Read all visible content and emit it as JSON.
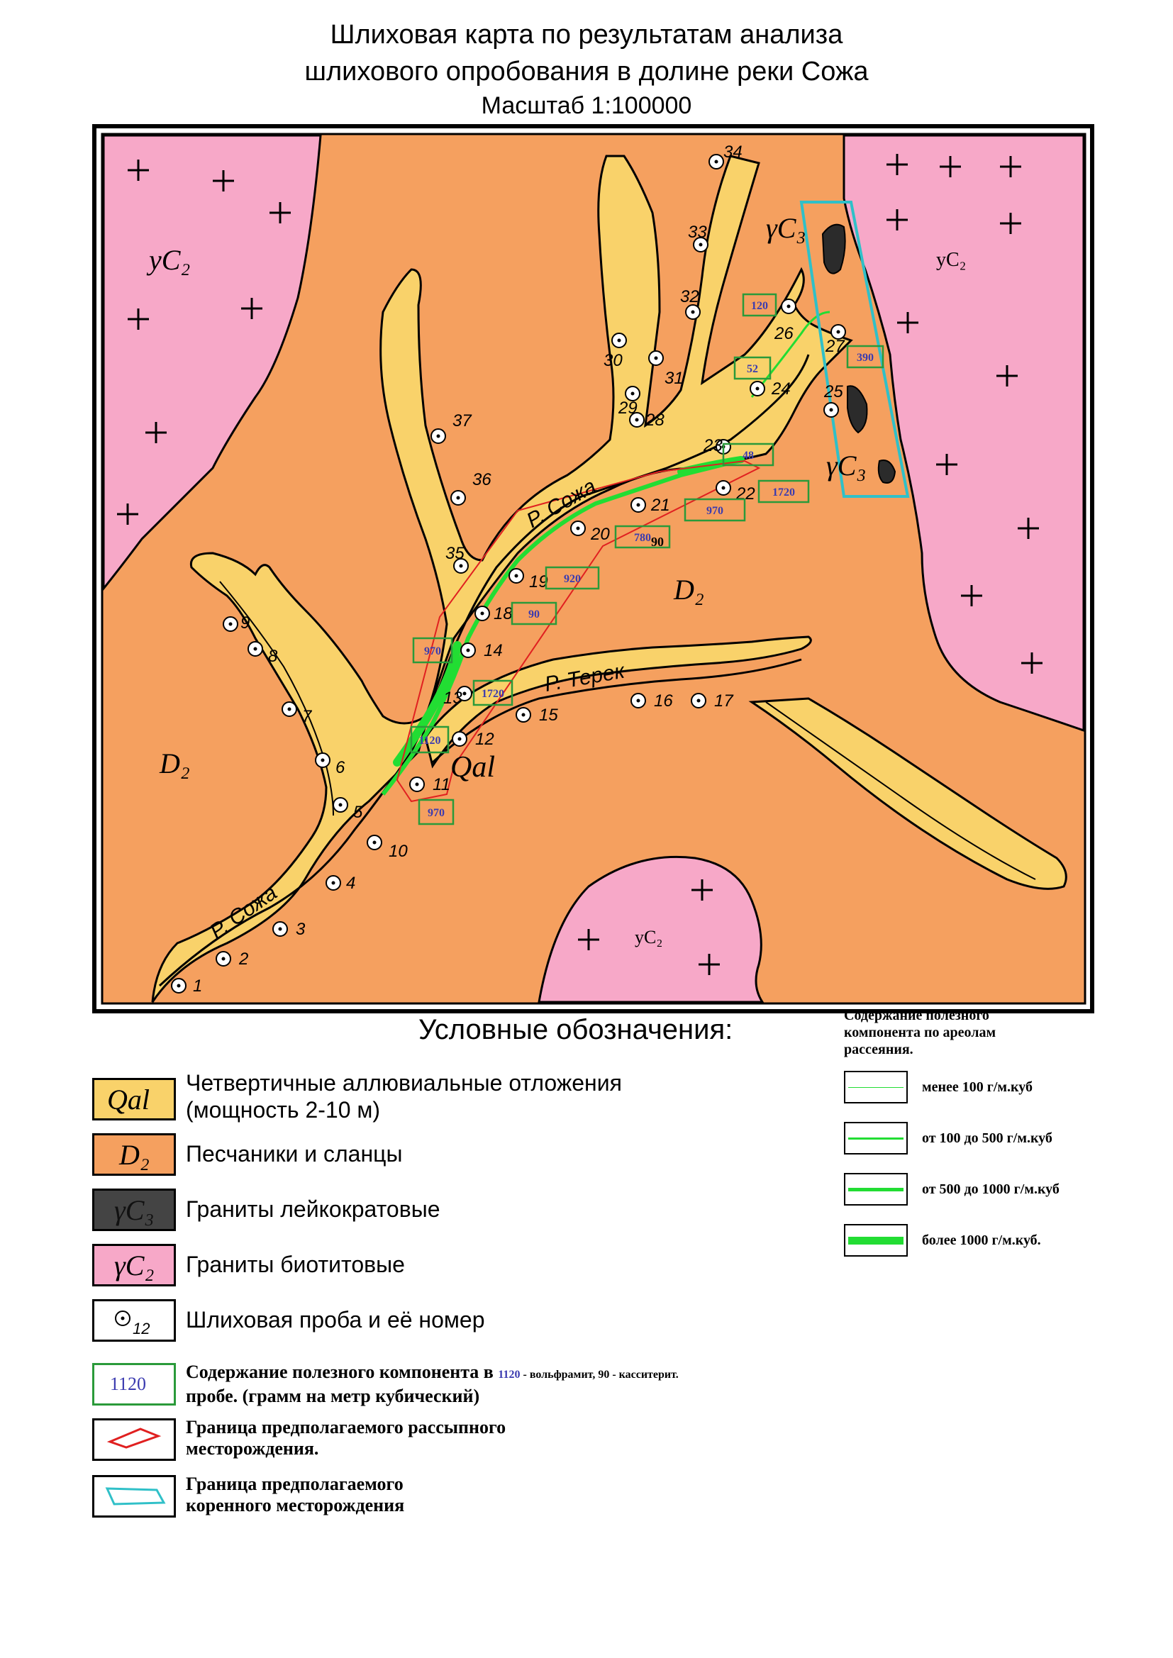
{
  "title": {
    "line1": "Шлиховая карта по результатам анализа",
    "line2": "шлихового опробования в долине реки Сожа",
    "scale": "Масштаб 1:100000"
  },
  "map_labels": {
    "gC2": "γC₂",
    "yC2": "yC₂",
    "gC3": "γC₃",
    "D2": "D₂",
    "Qal": "Qal",
    "river_sozha": "Р. Сожа",
    "river_terek": "Р. Терек"
  },
  "samples": [
    {
      "n": "1"
    },
    {
      "n": "2"
    },
    {
      "n": "3"
    },
    {
      "n": "4"
    },
    {
      "n": "5"
    },
    {
      "n": "6"
    },
    {
      "n": "7"
    },
    {
      "n": "8"
    },
    {
      "n": "9"
    },
    {
      "n": "10"
    },
    {
      "n": "11"
    },
    {
      "n": "12"
    },
    {
      "n": "13"
    },
    {
      "n": "14"
    },
    {
      "n": "15"
    },
    {
      "n": "16"
    },
    {
      "n": "17"
    },
    {
      "n": "18"
    },
    {
      "n": "19"
    },
    {
      "n": "20"
    },
    {
      "n": "21"
    },
    {
      "n": "22"
    },
    {
      "n": "23"
    },
    {
      "n": "24"
    },
    {
      "n": "25"
    },
    {
      "n": "26"
    },
    {
      "n": "27"
    },
    {
      "n": "28"
    },
    {
      "n": "29"
    },
    {
      "n": "30"
    },
    {
      "n": "31"
    },
    {
      "n": "32"
    },
    {
      "n": "33"
    },
    {
      "n": "34"
    },
    {
      "n": "35"
    },
    {
      "n": "36"
    },
    {
      "n": "37"
    }
  ],
  "concentrations": [
    {
      "v": "120"
    },
    {
      "v": "52"
    },
    {
      "v": "390"
    },
    {
      "v": "48"
    },
    {
      "v": "1720"
    },
    {
      "v": "970"
    },
    {
      "v": "780"
    },
    {
      "v": "920"
    },
    {
      "v": "90"
    },
    {
      "v": "970"
    },
    {
      "v": "1720"
    },
    {
      "v": "1120"
    },
    {
      "v": "970"
    }
  ],
  "cassiterite_90": "90",
  "legend": {
    "title": "Условные обозначения:",
    "items": [
      {
        "sym": "Qal",
        "text1": "Четвертичные аллювиальные отложения",
        "text2": "(мощность 2-10 м)"
      },
      {
        "sym": "D₂",
        "text1": "Песчаники и сланцы"
      },
      {
        "sym": "γC₃",
        "text1": "Граниты лейкократовые"
      },
      {
        "sym": "γC₂",
        "text1": "Граниты биотитовые"
      },
      {
        "sym": "12",
        "text1": "Шлиховая проба и её номер"
      },
      {
        "sym": "1120",
        "text1": "Содержание полезного компонента в",
        "inline_num": "1120",
        "inline_rest": " - вольфрамит, 90 - касситерит.",
        "text2": "пробе. (грамм на метр кубический)"
      },
      {
        "text1": "Граница предполагаемого рассыпного",
        "text2": "месторождения."
      },
      {
        "text1": "Граница предполагаемого",
        "text2": "коренного месторождения"
      }
    ]
  },
  "conc_legend": {
    "title1": "Содержание полезного",
    "title2": "компонента по ареолам",
    "title3": "рассеяния.",
    "items": [
      {
        "text": "менее 100 г/м.куб"
      },
      {
        "text": "от 100 до 500 г/м.куб"
      },
      {
        "text": "от 500 до 1000 г/м.куб"
      },
      {
        "text": "более 1000 г/м.куб."
      }
    ]
  },
  "colors": {
    "granite_pink": "#f7a8c8",
    "sandstone_orange": "#f5a05f",
    "alluvium_yellow": "#f9d26a",
    "leuco_dark": "#2b2b2b",
    "placer_red": "#e02020",
    "bedrock_cyan": "#30c0c8",
    "halo_green": "#22dd33",
    "box_green": "#2a9a3a",
    "num_blue": "#3b3bb0"
  }
}
